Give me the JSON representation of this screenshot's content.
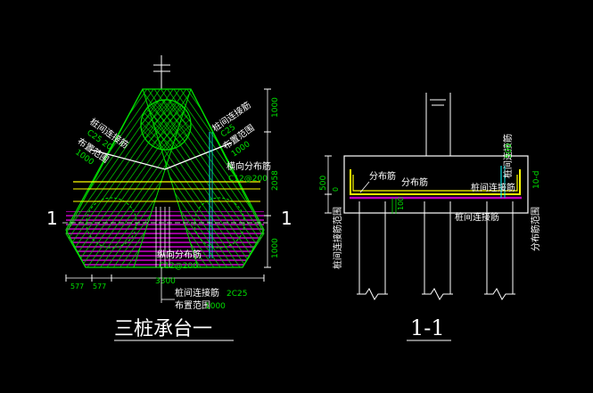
{
  "plan": {
    "title": "三桩承台一",
    "section_mark_left": "1",
    "section_mark_right": "1",
    "labels": {
      "pile_rebar_left": "桩间连接筋",
      "rebar_spec_left": "C25 20",
      "dist_range_left": "布置范围",
      "dist_range_left_val": "1000",
      "pile_rebar_right": "桩间连接筋",
      "rebar_spec_right": "C25",
      "dist_range_right": "布置范围",
      "dist_range_right_val": "1000",
      "horiz_dist_top": "横向分布筋",
      "horiz_dist_top_spec": "C12@200",
      "vert_dist_bottom": "纵向分布筋",
      "vert_dist_bottom_spec": "C12@200",
      "pile_rebar_bottom": "桩间连接筋",
      "pile_rebar_bottom_spec": "2C25",
      "dist_range_bottom": "布置范围",
      "dist_range_bottom_val": "1000"
    },
    "dims": {
      "right_1": "1000",
      "right_2": "2058",
      "right_3": "1000",
      "bottom_left_1": "577",
      "bottom_left_2": "577",
      "bottom_total": "3300"
    }
  },
  "section": {
    "title": "1-1",
    "labels": {
      "top_dist": "分布筋",
      "top_dist_2": "分布筋",
      "pile_rebar": "桩间连接筋",
      "bottom_rebar": "桩间连接筋",
      "left_vertical": "桩间连接筋范围",
      "right_vertical_1": "桩间连接筋",
      "right_vertical_2": "分布筋范围",
      "right_spec": "10-d"
    },
    "dims": {
      "height": "500",
      "cover": "0",
      "inner": "100",
      "right_top": "500"
    }
  },
  "colors": {
    "background": "#000000",
    "line": "#ffffff",
    "rebar_green": "#00e000",
    "rebar_magenta": "#c000c0",
    "rebar_yellow": "#ffff00",
    "rebar_cyan": "#00e0e0"
  }
}
